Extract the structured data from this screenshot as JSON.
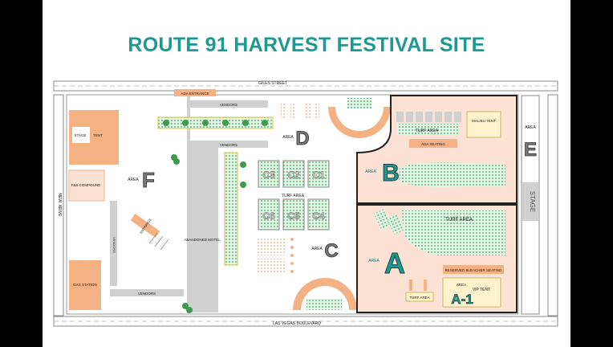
{
  "title": "ROUTE 91 HARVEST FESTIVAL SITE",
  "streets": {
    "top": "GILES STREET",
    "bottom": "LAS VEGAS BOULEVARD",
    "left": "NEW. XRIVE"
  },
  "zones": {
    "A": "A",
    "A1": "A-1",
    "B": "B",
    "C": "C",
    "D": "D",
    "E": "E",
    "F": "F"
  },
  "labels": {
    "ada_entrance": "ADA ENTRANCE",
    "vendors": "VENDORS",
    "area": "AREA",
    "stage": "STAGE",
    "tent": "TENT",
    "fb_compound": "F&B COMPOUND",
    "gas_station": "GAS STATION",
    "entrance": "ENTRANCE",
    "abandoned_motel": "ABANDONED MOTEL",
    "turf_area": "TURF AREA",
    "ada_seating": "ADA SEATING",
    "malibu_tent": "MALIBU TENT",
    "reserved_bleacher": "RESERVED BLEACHER SEATING",
    "vip_tent": "VIP TENT"
  },
  "tents": [
    "C3",
    "C2",
    "C1",
    "C6",
    "C5",
    "C4"
  ],
  "colors": {
    "title": "#1b9a92",
    "peach": "#f4b183",
    "light_peach": "#fbe2d5",
    "green": "#70c28a",
    "gray": "#d0d0d0",
    "yellow": "#fff2cc"
  }
}
